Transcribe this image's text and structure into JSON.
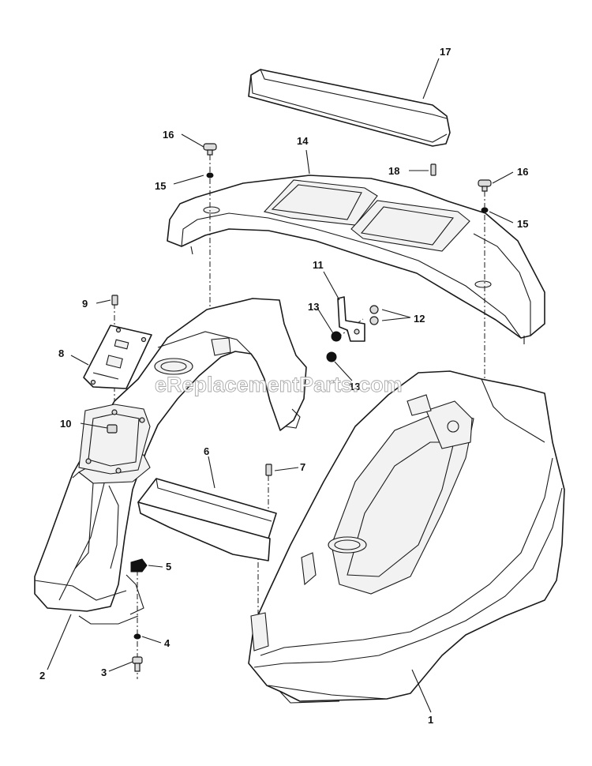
{
  "watermark": "eReplacementParts.com",
  "callouts": {
    "c1": "1",
    "c2": "2",
    "c3": "3",
    "c4": "4",
    "c5": "5",
    "c6": "6",
    "c7": "7",
    "c8": "8",
    "c9": "9",
    "c10": "10",
    "c11": "11",
    "c12": "12",
    "c13a": "13",
    "c13b": "13",
    "c14": "14",
    "c15a": "15",
    "c15b": "15",
    "c16a": "16",
    "c16b": "16",
    "c17": "17",
    "c18": "18"
  }
}
